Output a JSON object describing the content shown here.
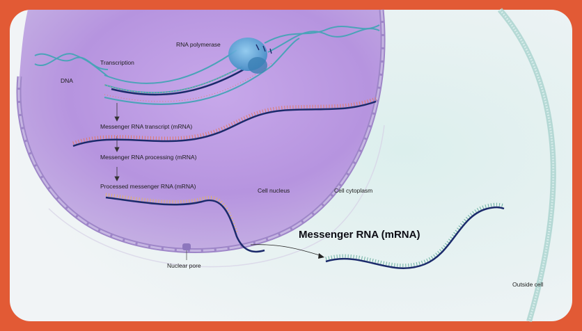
{
  "labels": {
    "rna_polymerase": "RNA polymerase",
    "transcription": "Transcription",
    "dna": "DNA",
    "mrna_transcript": "Messenger RNA transcript (mRNA)",
    "mrna_processing": "Messenger RNA processing (mRNA)",
    "processed_mrna": "Processed messenger RNA (mRNA)",
    "cell_nucleus": "Cell nucleus",
    "cell_cytoplasm": "Cell cytoplasm",
    "mrna_title": "Messenger RNA (mRNA)",
    "nuclear_pore": "Nuclear pore",
    "outside_cell": "Outside cell"
  },
  "colors": {
    "frame": "#e25a35",
    "cell_background": "#eef4f6",
    "nucleus": "#b896e0",
    "dna_strand": "#4aa3b8",
    "mrna_strand": "#1b2a6b",
    "polymerase": "#5aa6d8",
    "cell_membrane": "#a8d2cd"
  },
  "icons": [
    "rna-polymerase-icon",
    "nuclear-pore-icon"
  ]
}
